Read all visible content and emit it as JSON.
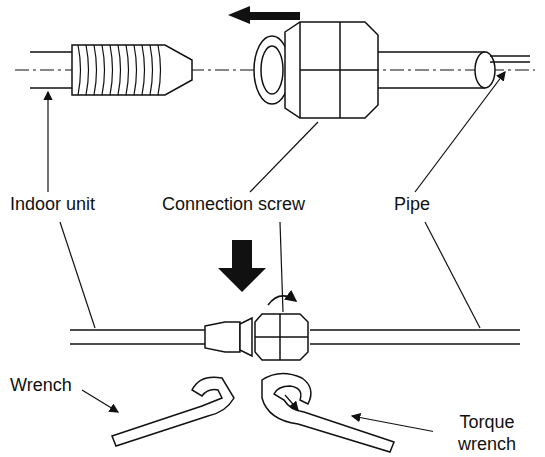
{
  "diagram": {
    "labels": [
      "Indoor unit",
      "Connection screw",
      "Pipe",
      "Wrench",
      "Torque wrench"
    ]
  }
}
